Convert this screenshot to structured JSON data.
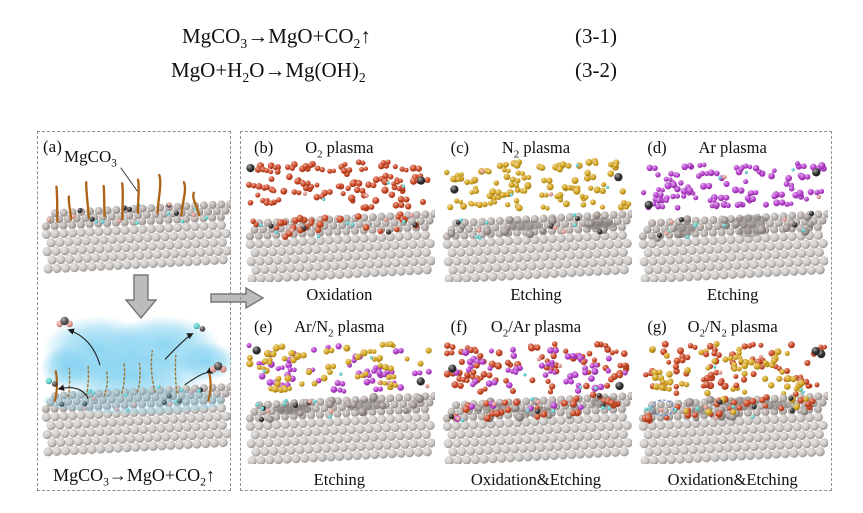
{
  "equations": {
    "items": [
      {
        "text": "MgCO~3~→MgO+CO~2~↑",
        "number": "(3-1)"
      },
      {
        "text": "MgO+H~2~O→Mg(OH)~2~",
        "number": "(3-2)"
      }
    ]
  },
  "figure": {
    "panel_a": {
      "label": "(a)",
      "material_label": "MgCO~3~",
      "caption": "MgCO~3~→MgO+CO~2~↑"
    },
    "panels": [
      {
        "id": "b",
        "label": "(b)",
        "title": "O~2~ plasma",
        "caption": "Oxidation",
        "gases": [
          {
            "name": "oxygen",
            "color": "#cc4623",
            "count": 85
          }
        ],
        "surface": {
          "oxidized": true,
          "etched": false
        }
      },
      {
        "id": "c",
        "label": "(c)",
        "title": "N~2~ plasma",
        "caption": "Etching",
        "gases": [
          {
            "name": "nitrogen",
            "color": "#d5a51f",
            "count": 85
          }
        ],
        "surface": {
          "oxidized": false,
          "etched": true
        }
      },
      {
        "id": "d",
        "label": "(d)",
        "title": "Ar plasma",
        "caption": "Etching",
        "gases": [
          {
            "name": "argon",
            "color": "#b73fce",
            "count": 85
          }
        ],
        "surface": {
          "oxidized": false,
          "etched": true
        }
      },
      {
        "id": "e",
        "label": "(e)",
        "title": "Ar/N~2~ plasma",
        "caption": "Etching",
        "gases": [
          {
            "name": "argon",
            "color": "#b73fce",
            "count": 40
          },
          {
            "name": "nitrogen",
            "color": "#d5a51f",
            "count": 48
          }
        ],
        "surface": {
          "oxidized": false,
          "etched": true
        }
      },
      {
        "id": "f",
        "label": "(f)",
        "title": "O~2~/Ar plasma",
        "caption": "Oxidation&Etching",
        "gases": [
          {
            "name": "oxygen",
            "color": "#cc4623",
            "count": 58
          },
          {
            "name": "argon",
            "color": "#b73fce",
            "count": 28
          }
        ],
        "surface": {
          "oxidized": true,
          "etched": true
        },
        "streams": true
      },
      {
        "id": "g",
        "label": "(g)",
        "title": "O~2~/N~2~ plasma",
        "caption": "Oxidation&Etching",
        "gases": [
          {
            "name": "oxygen",
            "color": "#cc4623",
            "count": 56
          },
          {
            "name": "nitrogen",
            "color": "#d5a51f",
            "count": 30
          }
        ],
        "surface": {
          "oxidized": true,
          "etched": true
        },
        "streams": true,
        "annotation_circle_color": "#5b8fd4"
      }
    ]
  },
  "colors": {
    "substrate": "#cbc7c4",
    "substrate_top": "#b6aeaa",
    "substrate_rough": "#9a908b",
    "substrate_pit": "#7e7570",
    "carbon_black": "#2e2e2e",
    "cyan_dot": "#5ed3d1",
    "pink_dot": "#e59a92",
    "whisker": "#ad6418",
    "whisker_faded": "#9a7a3c",
    "molecule_dark": "#55504e",
    "plasma_cloud": "#7fd0f0",
    "oxygen_red": "#cc4623",
    "nitrogen_yellow": "#d5a51f",
    "argon_magenta": "#b73fce",
    "block_arrow": "#bcbcbc",
    "block_arrow_border": "#767676",
    "dashed_border": "#8f8f8f",
    "annotation_blue": "#5b8fd4",
    "text": "#111111"
  }
}
